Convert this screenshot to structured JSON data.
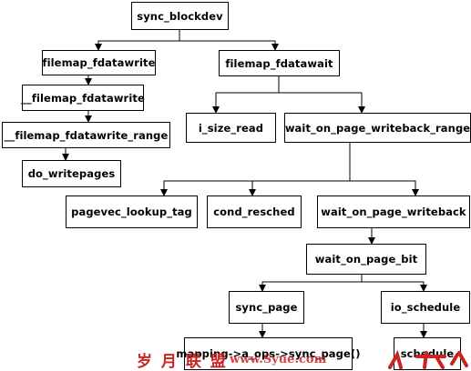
{
  "nodes": {
    "sync_blockdev": "sync_blockdev",
    "filemap_fdatawrite": "filemap_fdatawrite",
    "filemap_fdatawait": "filemap_fdatawait",
    "__filemap_fdatawrite": "__filemap_fdatawrite",
    "__filemap_fdatawrite_range": "__filemap_fdatawrite_range",
    "do_writepages": "do_writepages",
    "i_size_read": "i_size_read",
    "wait_on_page_writeback_range": "wait_on_page_writeback_range",
    "pagevec_lookup_tag": "pagevec_lookup_tag",
    "cond_resched": "cond_resched",
    "wait_on_page_writeback": "wait_on_page_writeback",
    "wait_on_page_bit": "wait_on_page_bit",
    "sync_page": "sync_page",
    "io_schedule": "io_schedule",
    "mapping_sync_page": "mapping->a_ops->sync_page()",
    "schedule": "schedule"
  },
  "watermark": {
    "cn_text": "岁 月 联 盟",
    "url_text": "www.Syue.com",
    "color": "#cc2222"
  },
  "colors": {
    "line": "#000000",
    "node_border": "#000000",
    "node_fill": "#ffffff"
  }
}
